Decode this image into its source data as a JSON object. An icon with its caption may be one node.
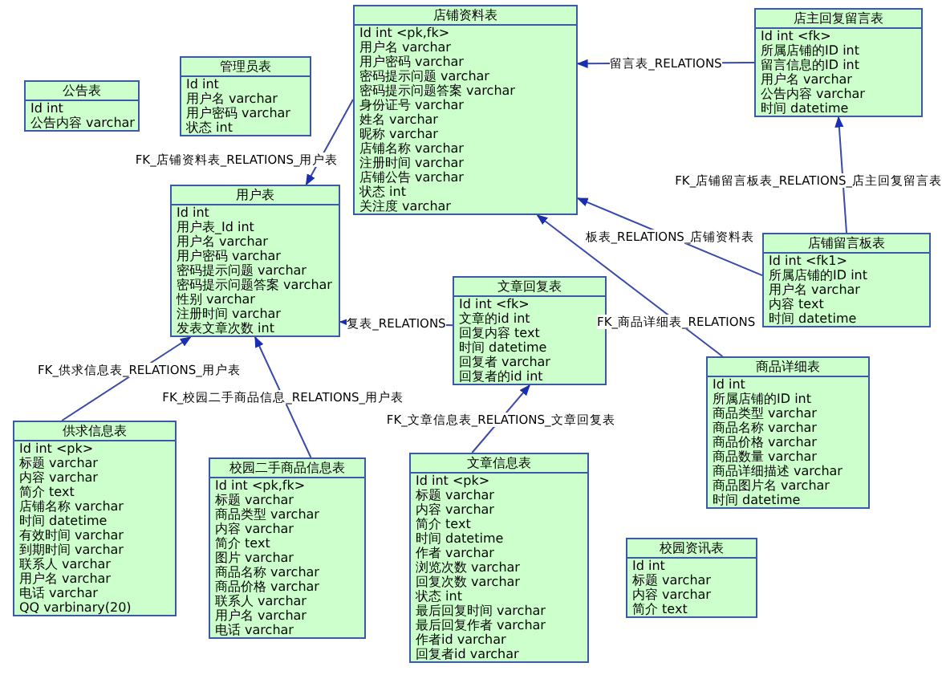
{
  "diagram": {
    "nodes": [
      {
        "text": [
          "公告表",
          "Id int",
          "公告内容 varchar"
        ]
      },
      {
        "text": [
          "管理员表",
          "Id int",
          "用户名 varchar",
          "用户密码 varchar",
          "状态 int"
        ]
      },
      {
        "text": [
          "店铺资料表",
          "Id int <pk,fk>",
          "用户名 varchar",
          "用户密码 varchar",
          "密码提示问题 varchar",
          "密码提示问题答案 varchar",
          "身份证号 varchar",
          "姓名 varchar",
          "昵称 varchar",
          "店铺名称 varchar",
          "注册时间 varchar",
          "店铺公告 varchar",
          "状态 int",
          "关注度 varchar"
        ]
      },
      {
        "text": [
          "店主回复留言表",
          "Id int <fk>",
          "所属店铺的ID int",
          "留言信息的ID int",
          "用户名 varchar",
          "公告内容 varchar",
          "时间 datetime"
        ]
      },
      {
        "text": [
          "用户表",
          "Id int",
          "用户表_Id int",
          "用户名 varchar",
          "用户密码 varchar",
          "密码提示问题 varchar",
          "密码提示问题答案 varchar",
          "性别 varchar",
          "注册时间 varchar",
          "发表文章次数 int"
        ]
      },
      {
        "text": [
          "店铺留言板表",
          "Id int <fk1>",
          "所属店铺的ID int",
          "用户名 varchar",
          "内容 text",
          "时间 datetime"
        ]
      },
      {
        "text": [
          "文章回复表",
          "Id int <fk>",
          "文章的id int",
          "回复内容 text",
          "时间 datetime",
          "回复者 varchar",
          "回复者的id int"
        ]
      },
      {
        "text": [
          "商品详细表",
          "Id int",
          "所属店铺的ID int",
          "商品类型 varchar",
          "商品名称 varchar",
          "商品价格 varchar",
          "商品数量 varchar",
          "商品详细描述 varchar",
          "商品图片名 varchar",
          "时间 datetime"
        ]
      },
      {
        "text": [
          "供求信息表",
          "Id int <pk>",
          "标题 varchar",
          "内容 varchar",
          "简介 text",
          "店铺名称 varchar",
          "时间 datetime",
          "有效时间 varchar",
          "到期时间 varchar",
          "联系人 varchar",
          "用户名 varchar",
          "电话 varchar",
          "QQ varbinary(20)"
        ]
      },
      {
        "text": [
          "校园二手商品信息表",
          "Id int <pk,fk>",
          "标题 varchar",
          "商品类型 varchar",
          "内容 varchar",
          "简介 text",
          "图片 varchar",
          "商品名称 varchar",
          "商品价格 varchar",
          "联系人 varchar",
          "用户名 varchar",
          "电话 varchar"
        ]
      },
      {
        "text": [
          "文章信息表",
          "Id int <pk>",
          "标题 varchar",
          "内容 varchar",
          "简介 text",
          "时间 datetime",
          "作者 varchar",
          "浏览次数 varchar",
          "回复次数 varchar",
          "状态 int",
          "最后回复时间 varchar",
          "最后回复作者 varchar",
          "作者id varchar",
          "回复者id varchar"
        ]
      },
      {
        "text": [
          "校园资讯表",
          "Id int",
          "标题 varchar",
          "内容 varchar",
          "简介 text"
        ]
      }
    ],
    "edges": [
      {
        "from": 2,
        "to": 4,
        "arrow": "to",
        "label": "FK_店铺资料表_RELATIONS_用户表"
      },
      {
        "from": 3,
        "to": 2,
        "arrow": "to",
        "label": "留言表_RELATIONS"
      },
      {
        "from": 5,
        "to": 2,
        "arrow": "to",
        "label": "板表_RELATIONS_店铺资料表"
      },
      {
        "from": 5,
        "to": 3,
        "arrow": "to",
        "label": "FK_店铺留言板表_RELATIONS_店主回复留言表"
      },
      {
        "from": 6,
        "to": 4,
        "arrow": "to",
        "label": "复表_RELATIONS"
      },
      {
        "from": 7,
        "to": 2,
        "arrow": "to",
        "label": "FK_商品详细表_RELATIONS"
      },
      {
        "from": 8,
        "to": 4,
        "arrow": "to",
        "label": "FK_供求信息表_RELATIONS_用户表"
      },
      {
        "from": 9,
        "to": 4,
        "arrow": "to",
        "label": "FK_校园二手商品信息_RELATIONS_用户表"
      },
      {
        "from": 10,
        "to": 6,
        "arrow": "to",
        "label": "FK_文章信息表_RELATIONS_文章回复表"
      }
    ]
  }
}
